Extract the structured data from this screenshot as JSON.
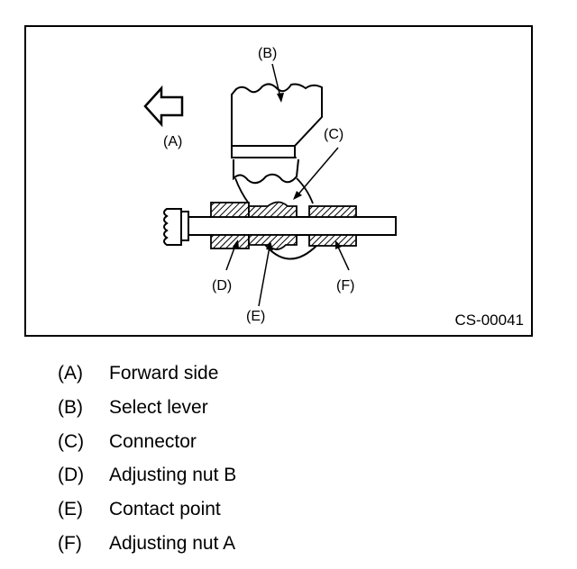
{
  "figure": {
    "code": "CS-00041",
    "callouts": {
      "A": "(A)",
      "B": "(B)",
      "C": "(C)",
      "D": "(D)",
      "E": "(E)",
      "F": "(F)"
    }
  },
  "legend": [
    {
      "key": "(A)",
      "label": "Forward side"
    },
    {
      "key": "(B)",
      "label": "Select lever"
    },
    {
      "key": "(C)",
      "label": "Connector"
    },
    {
      "key": "(D)",
      "label": "Adjusting nut B"
    },
    {
      "key": "(E)",
      "label": "Contact point"
    },
    {
      "key": "(F)",
      "label": "Adjusting nut A"
    }
  ],
  "colors": {
    "line": "#000000",
    "background": "#ffffff"
  }
}
